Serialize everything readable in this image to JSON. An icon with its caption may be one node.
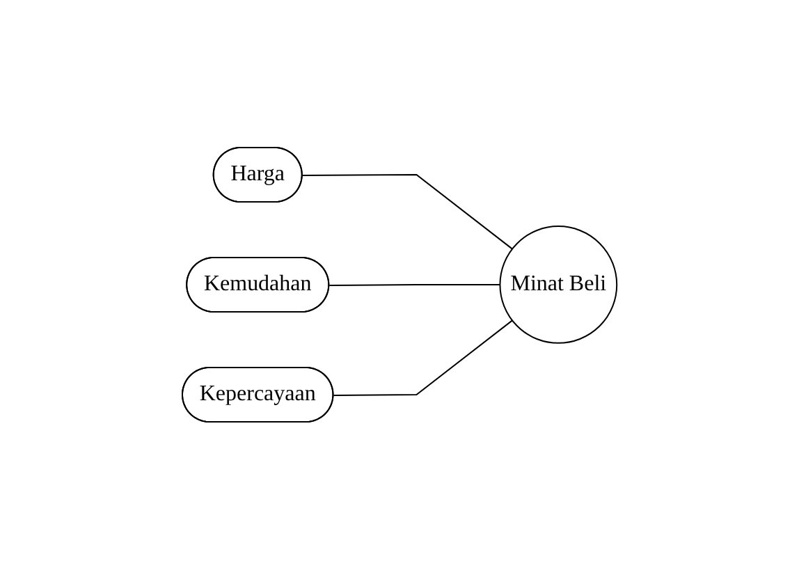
{
  "diagram": {
    "nodes": [
      {
        "text": [
          "Harga"
        ]
      },
      {
        "text": [
          "Kemudahan"
        ]
      },
      {
        "text": [
          "Kepercayaan"
        ]
      },
      {
        "text": [
          "Minat Beli"
        ]
      }
    ],
    "edges": [
      {
        "from": 0,
        "to": 3,
        "arrow": "none"
      },
      {
        "from": 1,
        "to": 3,
        "arrow": "none"
      },
      {
        "from": 2,
        "to": 3,
        "arrow": "none"
      }
    ]
  }
}
